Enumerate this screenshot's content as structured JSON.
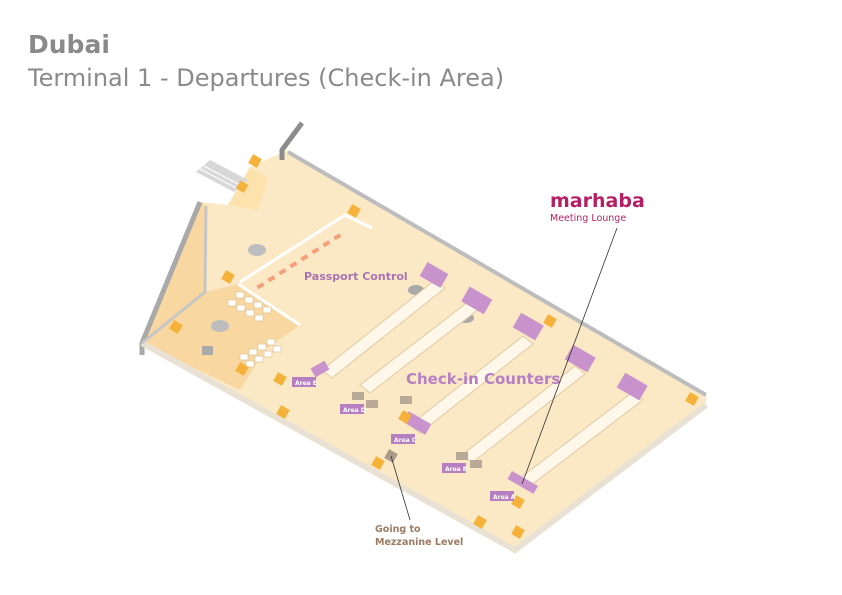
{
  "header": {
    "city": "Dubai",
    "subtitle": "Terminal 1 - Departures (Check-in Area)"
  },
  "map": {
    "passport_control": "Passport Control",
    "checkin_counters": "Check-in Counters",
    "areas": [
      "Area A",
      "Area B",
      "Area C",
      "Area D",
      "Area E"
    ],
    "lounge_brand": "marhaba",
    "lounge_name": "Meeting Lounge",
    "mezzanine_line1": "Going to",
    "mezzanine_line2": "Mezzanine Level"
  },
  "colors": {
    "floor": "#fbe9c6",
    "floor_dark": "#f8d7a0",
    "wall": "#a9a9a9",
    "marker": "#f5b23a",
    "counter": "#c893cc",
    "brand": "#b51f66",
    "label_text": "#a874b4"
  }
}
